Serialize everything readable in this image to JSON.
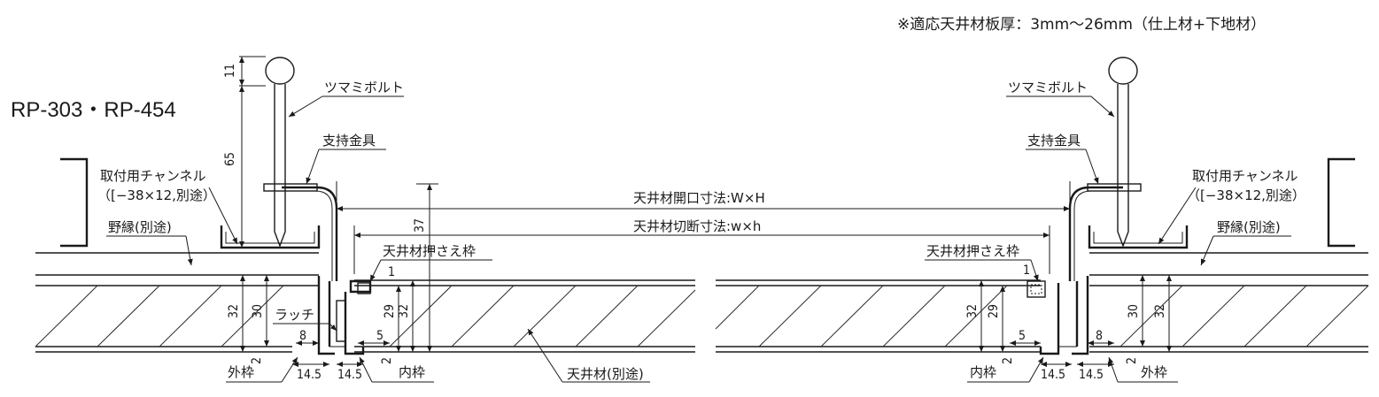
{
  "note": "※適応天井材板厚：3mm〜26mm（仕上材+下地材）",
  "model": "RP-303・RP-454",
  "labels": {
    "bolt": "ツマミボルト",
    "bracket": "支持金具",
    "channel": "取付用チャンネル",
    "channel_spec": "（[−38×12,別途）",
    "nobuchi": "野縁(別途)",
    "opening": "天井材開口寸法:W×H",
    "cut": "天井材切断寸法:w×h",
    "press_frame": "天井材押さえ枠",
    "latch": "ラッチ",
    "outer_frame": "外枠",
    "inner_frame": "内枠",
    "ceiling": "天井材(別途)"
  },
  "dims": {
    "d11": "11",
    "d65": "65",
    "d37": "37",
    "d32": "32",
    "d30": "30",
    "d29": "29",
    "d8": "8",
    "d5": "5",
    "d2": "2",
    "d1": "1",
    "d145": "14.5"
  }
}
